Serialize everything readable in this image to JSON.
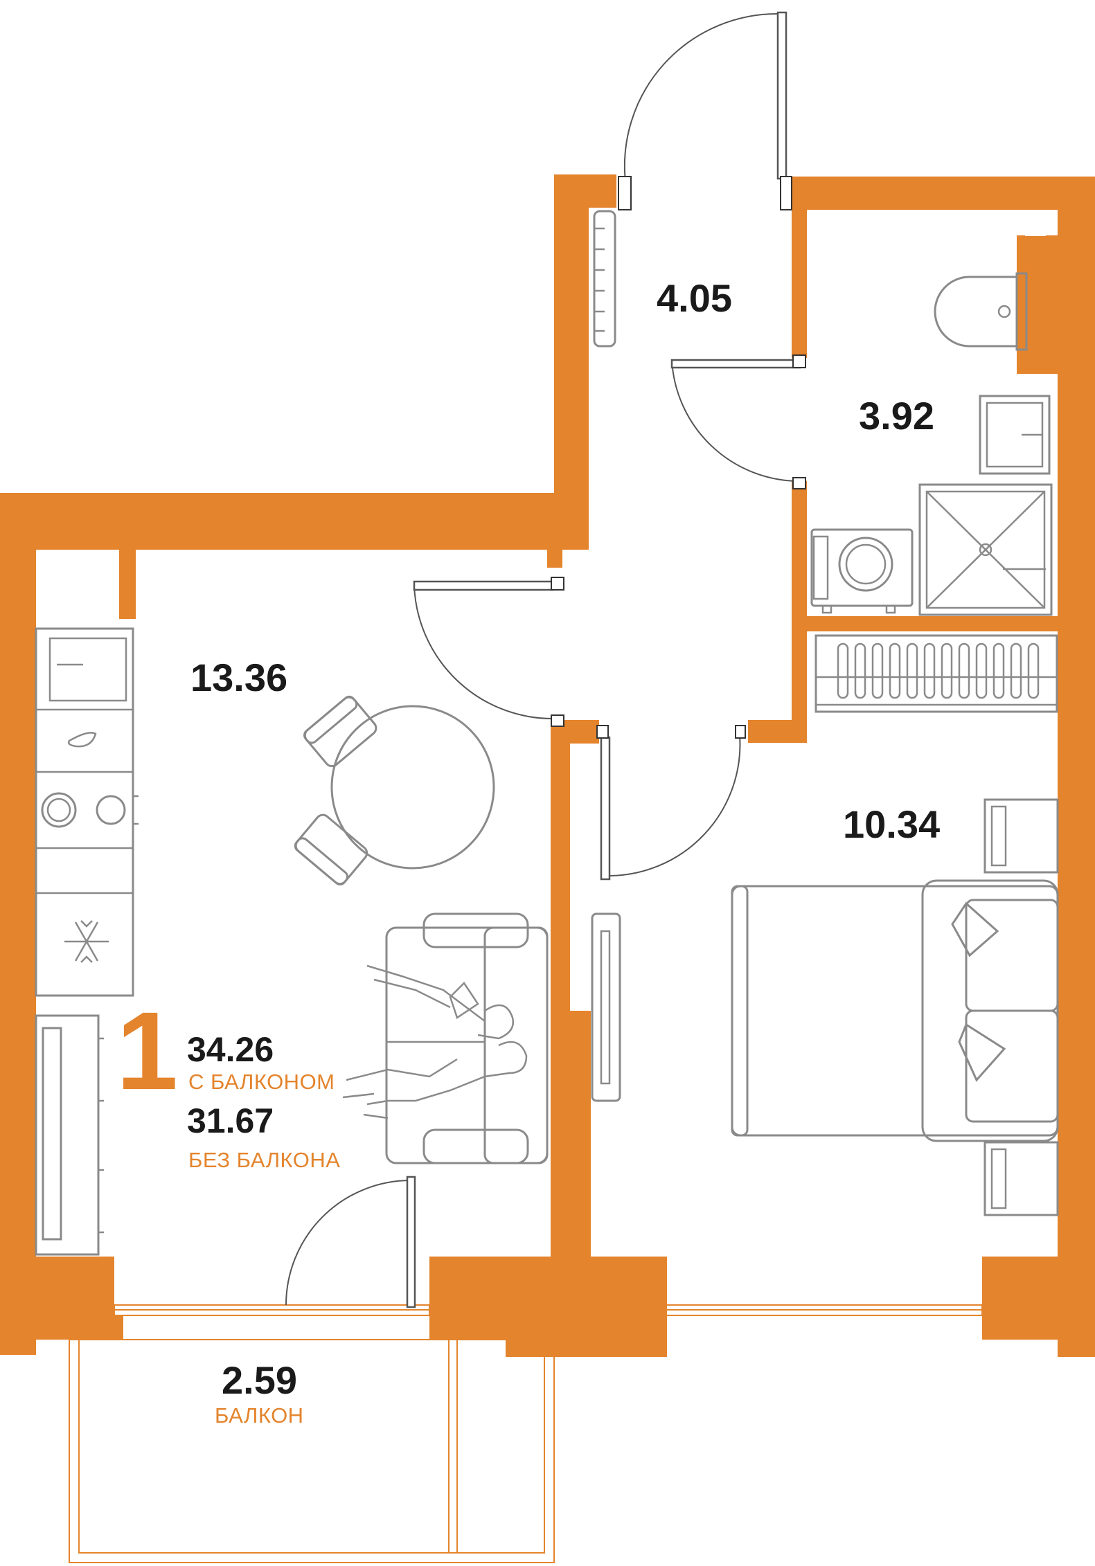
{
  "colors": {
    "wall": "#E4842C",
    "furniture_stroke": "#8a8a8a",
    "text_dark": "#1a1a1a",
    "accent_text": "#E4842C"
  },
  "plan": {
    "rooms": [
      {
        "id": "hall",
        "area": "4.05"
      },
      {
        "id": "bathroom",
        "area": "3.92"
      },
      {
        "id": "kitchen-living",
        "area": "13.36"
      },
      {
        "id": "bedroom",
        "area": "10.34"
      },
      {
        "id": "balcony",
        "area": "2.59",
        "label": "БАЛКОН"
      }
    ],
    "room_count": "1",
    "total_with_balcony": {
      "value": "34.26",
      "label": "С БАЛКОНОМ"
    },
    "total_without_balcony": {
      "value": "31.67",
      "label": "БЕЗ БАЛКОНА"
    }
  }
}
